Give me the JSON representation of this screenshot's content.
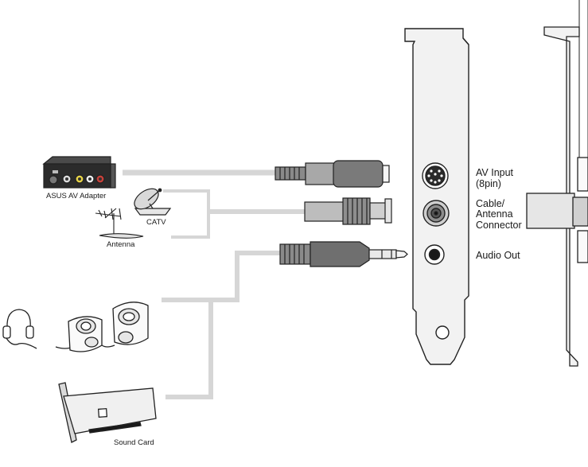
{
  "labels": {
    "av_adapter": "ASUS AV Adapter",
    "catv": "CATV",
    "antenna": "Antenna",
    "sound_card": "Sound Card",
    "av_input_line1": "AV Input",
    "av_input_line2": "(8pin)",
    "cable_line1": "Cable/",
    "cable_line2": "Antenna",
    "cable_line3": "Connector",
    "audio_out": "Audio Out"
  },
  "colors": {
    "stroke": "#222222",
    "bracket": "#f2f2f2",
    "cable": "#d9d9d9",
    "plug_dark": "#8a8a8a",
    "plug_mid": "#bdbdbd"
  }
}
